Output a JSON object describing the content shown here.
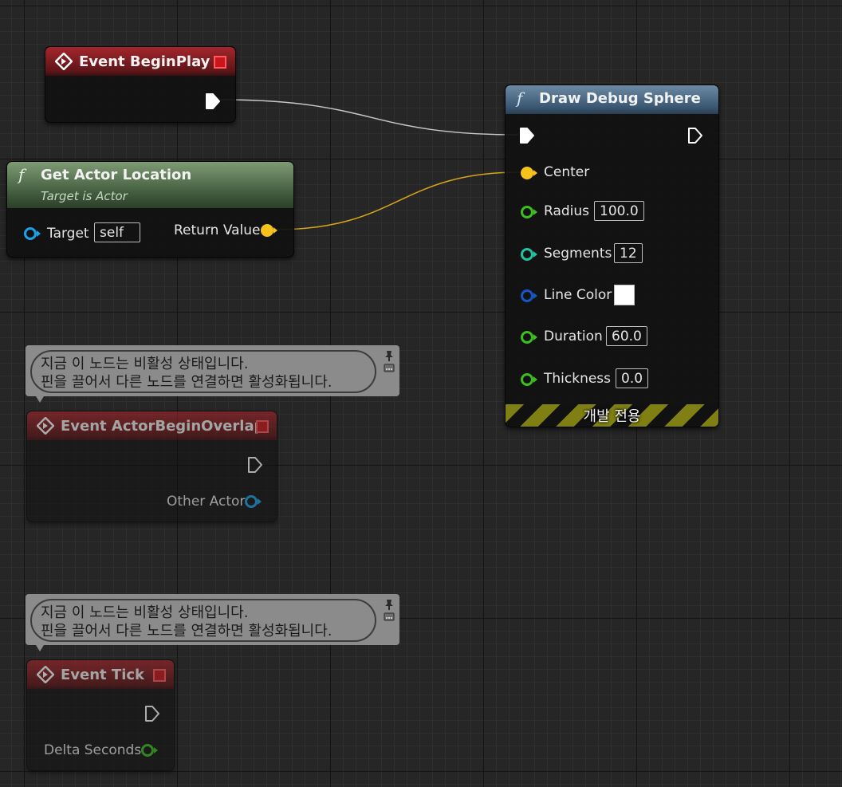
{
  "nodes": {
    "begin_play": {
      "title": "Event BeginPlay"
    },
    "get_actor_location": {
      "title": "Get Actor Location",
      "subtitle": "Target is Actor",
      "target_label": "Target",
      "target_value": "self",
      "return_label": "Return Value"
    },
    "draw_debug_sphere": {
      "title": "Draw Debug Sphere",
      "center_label": "Center",
      "radius_label": "Radius",
      "radius_value": "100.0",
      "segments_label": "Segments",
      "segments_value": "12",
      "line_color_label": "Line Color",
      "line_color_value": "#ffffff",
      "duration_label": "Duration",
      "duration_value": "60.0",
      "thickness_label": "Thickness",
      "thickness_value": "0.0",
      "dev_only_label": "개발 전용"
    },
    "actor_begin_overlap": {
      "title": "Event ActorBeginOverlap",
      "other_actor_label": "Other Actor",
      "comment_line1": "지금 이 노드는 비활성 상태입니다.",
      "comment_line2": "핀을 끌어서 다른 노드를 연결하면 활성화됩니다."
    },
    "event_tick": {
      "title": "Event Tick",
      "delta_seconds_label": "Delta Seconds",
      "comment_line1": "지금 이 노드는 비활성 상태입니다.",
      "comment_line2": "핀을 끌어서 다른 노드를 연결하면 활성화됩니다."
    }
  },
  "colors": {
    "exec_wire": "#bdbdbd",
    "vector_pin": "#f7c21b",
    "float_pin": "#3cbf1e",
    "int_pin": "#21c3a0",
    "struct_pin": "#1855c6",
    "object_pin": "#1aa1e8"
  }
}
